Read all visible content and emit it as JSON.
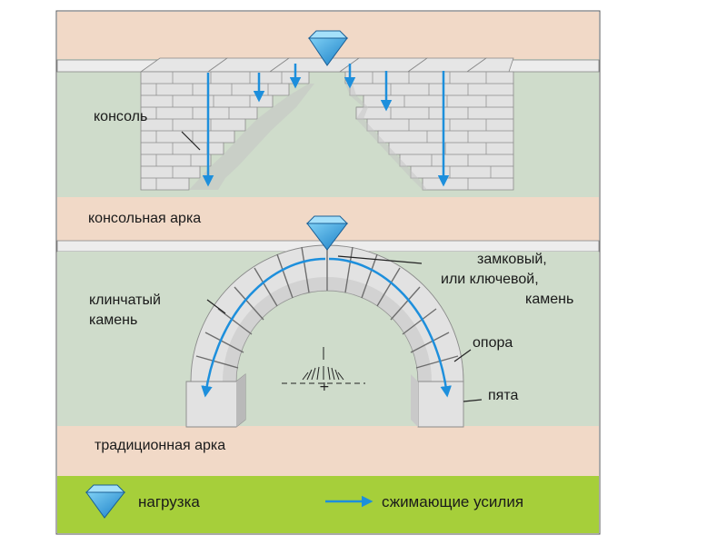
{
  "top_panel": {
    "cantilever_label": "консоль",
    "caption": "консольная арка"
  },
  "bottom_panel": {
    "voussoir_label_line1": "клинчатый",
    "voussoir_label_line2": "камень",
    "keystone_label_line1": "замковый,",
    "keystone_label_line2": "или ключевой,",
    "keystone_label_line3": "камень",
    "support_label": "опора",
    "springer_label": "пята",
    "caption": "традиционная арка"
  },
  "legend": {
    "load_label": "нагрузка",
    "forces_label": "сжимающие усилия"
  },
  "colors": {
    "sky": "#f1d9c7",
    "wall": "#cfdccb",
    "stone_light": "#e2e2e2",
    "stone_shadow": "#bdbdbd",
    "arrow_blue": "#1d8fdc",
    "load_blue": "#2a9bdc",
    "legend_green": "#a6cf3a"
  }
}
